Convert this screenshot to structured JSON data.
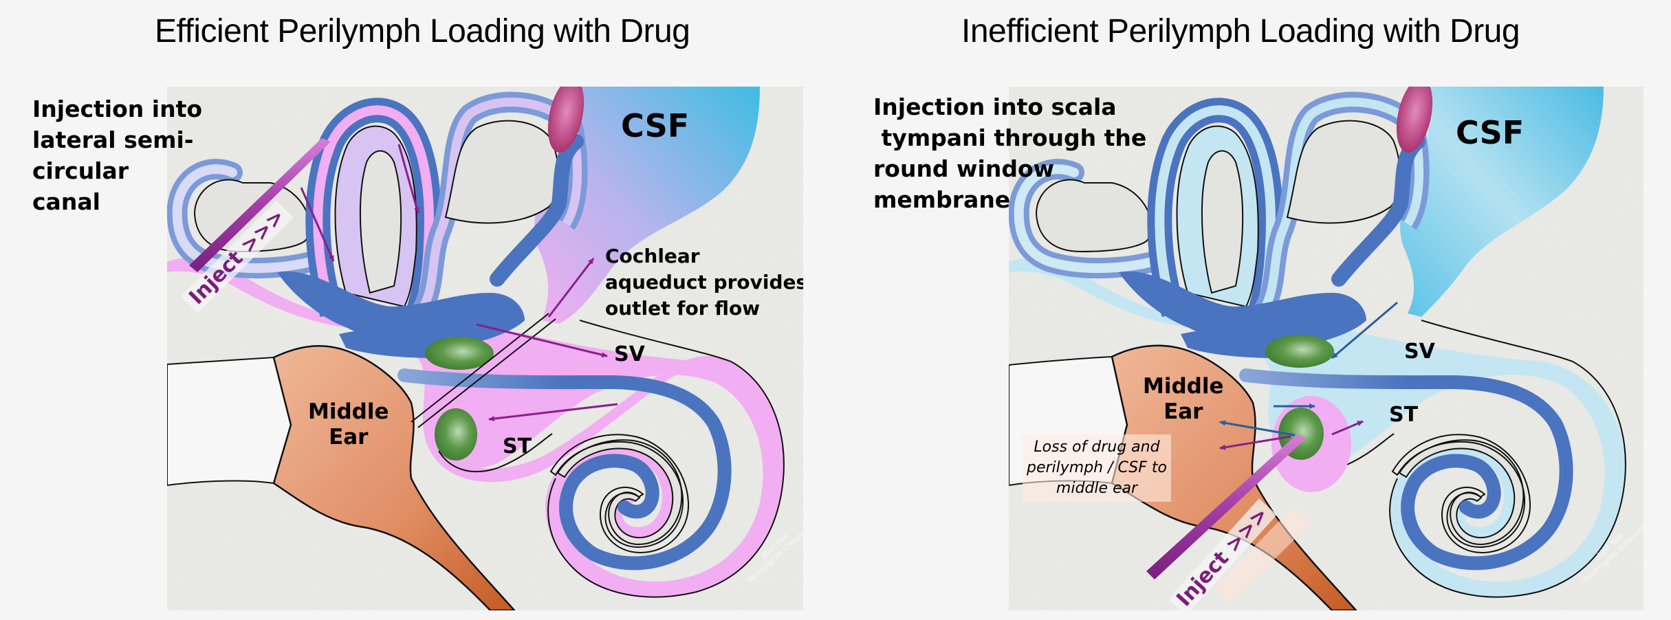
{
  "panels": {
    "left": {
      "title": "Efficient Perilymph Loading with Drug",
      "caption": "Injection into\nlateral semi-\ncircular\ncanal",
      "labels": {
        "csf": "CSF",
        "sv": "SV",
        "st": "ST",
        "middle_ear": "Middle\nEar",
        "aqueduct": "Cochlear\naqueduct provides\noutlet for flow",
        "inject": "Inject >>>"
      },
      "perilymph_color": "#f2aef2",
      "watermark": "Alec Salt\nWashington University"
    },
    "right": {
      "title": "Inefficient Perilymph Loading with Drug",
      "caption": "Injection into scala\n tympani through the\nround window\nmembrane",
      "labels": {
        "csf": "CSF",
        "sv": "SV",
        "st": "ST",
        "middle_ear": "Middle\nEar",
        "loss": "Loss of drug and\nperilymph / CSF to\nmiddle ear",
        "inject": "Inject >>>"
      },
      "perilymph_color": "#c4e6f3",
      "watermark": "Alec Salt\nWashington University"
    }
  },
  "colors": {
    "endolymph_blue": "#4a74c0",
    "drug_pink": "#f2aef2",
    "csf_blue": "#4bbbe3",
    "middle_ear_orange": "#e79a72",
    "window_green": "#4f8e3d",
    "needle_purple": "#a23ea8",
    "arrow_purple": "#8a1f8c",
    "arrow_blue": "#2a5e9c",
    "bone_gray": "#dcdcd7"
  }
}
